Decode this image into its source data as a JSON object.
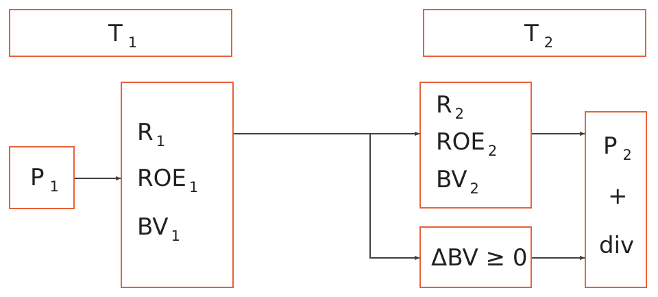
{
  "colors": {
    "box_border": "#e8613a",
    "arrow": "#3f4042",
    "text": "#231f20"
  },
  "top_labels": {
    "t1": {
      "main": "T",
      "sub": "1"
    },
    "t2": {
      "main": "T",
      "sub": "2"
    }
  },
  "p1_box": {
    "main": "P",
    "sub": "1"
  },
  "period1_box": {
    "r": {
      "main": "R",
      "sub": "1"
    },
    "roe": {
      "main": "ROE",
      "sub": "1"
    },
    "bv": {
      "main": "BV",
      "sub": "1"
    }
  },
  "period2_box": {
    "r": {
      "main": "R",
      "sub": "2"
    },
    "roe": {
      "main": "ROE",
      "sub": "2"
    },
    "bv": {
      "main": "BV",
      "sub": "2"
    }
  },
  "delta_box": {
    "text": "ΔBV ≥ 0"
  },
  "output_box": {
    "p": {
      "main": "P",
      "sub": "2"
    },
    "plus": "+",
    "div": "div"
  }
}
